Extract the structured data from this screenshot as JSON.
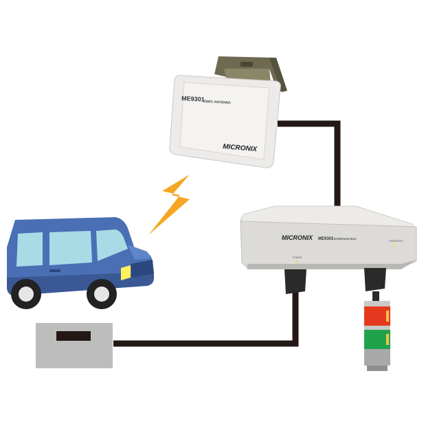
{
  "antenna": {
    "model": "ME9301",
    "type": "DSRC ANTENNA",
    "brand": "MICRONIX"
  },
  "interface_box": {
    "brand": "MICRONIX",
    "model": "ME9302",
    "type": "INTERFACE BOX",
    "led_power_label": "POWER",
    "led_operating_label": "OPERATING"
  },
  "signal_tower": {
    "top_color": "#e53a1f",
    "middle_color": "#1fa34a"
  },
  "colors": {
    "cable": "#231815",
    "car_body": "#4a6fb5",
    "car_window": "#a8dbe6",
    "bolt": "#f5a623",
    "gate_box": "#bdbdbd"
  },
  "icons": [
    "car-icon",
    "lightning-bolt-icon"
  ]
}
